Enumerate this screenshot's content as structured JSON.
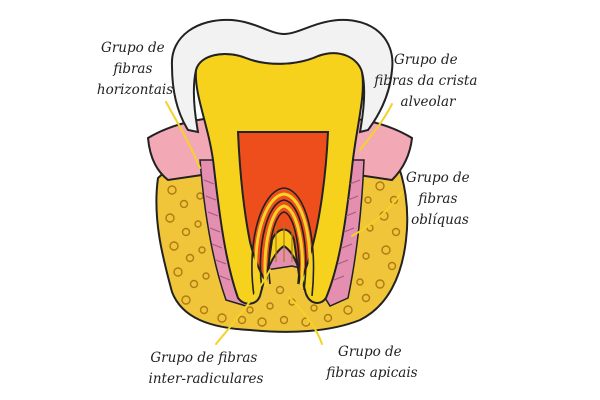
{
  "colors": {
    "enamel": "#f2f2f2",
    "dentin": "#f7d21c",
    "pulp": "#ee4e1c",
    "gum": "#f3a8b5",
    "ligament": "#e58fb0",
    "bone": "#f0c53a",
    "bone_cell": "#b07a14",
    "leader": "#f4d22a",
    "outline": "#222222"
  },
  "labels": {
    "horizontais": [
      "Grupo de",
      "fibras",
      "horizontais"
    ],
    "crista": [
      "Grupo de",
      "fibras da crista",
      "alveolar"
    ],
    "obliquas": [
      "Grupo de",
      "fibras",
      "oblíquas"
    ],
    "interradiculares": [
      "Grupo de fibras",
      "inter-radiculares"
    ],
    "apicais": [
      "Grupo de",
      "fibras apicais"
    ]
  }
}
